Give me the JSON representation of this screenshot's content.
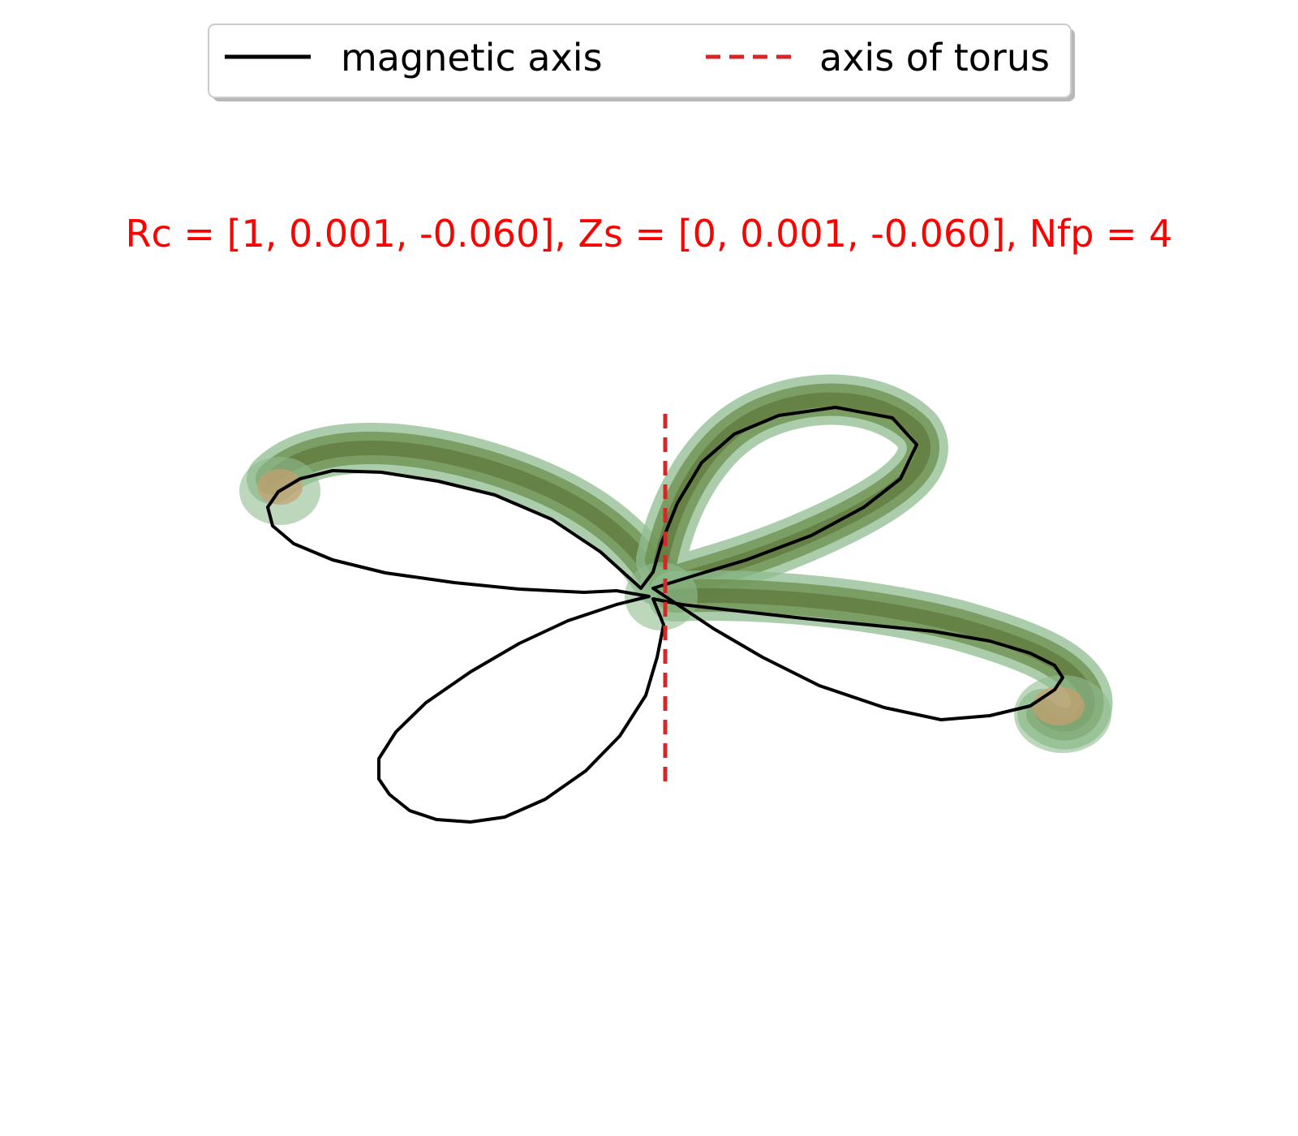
{
  "title": "Rc = [1, 0.001, -0.060], Zs = [0, 0.001, -0.060], Nfp = 4",
  "legend": [
    {
      "label": "magnetic axis",
      "style": "solid",
      "color": "#000000"
    },
    {
      "label": "axis of torus",
      "style": "dashed",
      "color": "#d62728"
    }
  ],
  "colors": {
    "title": "#ff0000",
    "surface_outer": "#8fbc8f",
    "surface_inner": "#6b8e4e",
    "surface_core": "#556b2f",
    "surface_tip": "#c8a070",
    "magnetic_axis": "#000000",
    "torus_axis": "#d62728"
  }
}
